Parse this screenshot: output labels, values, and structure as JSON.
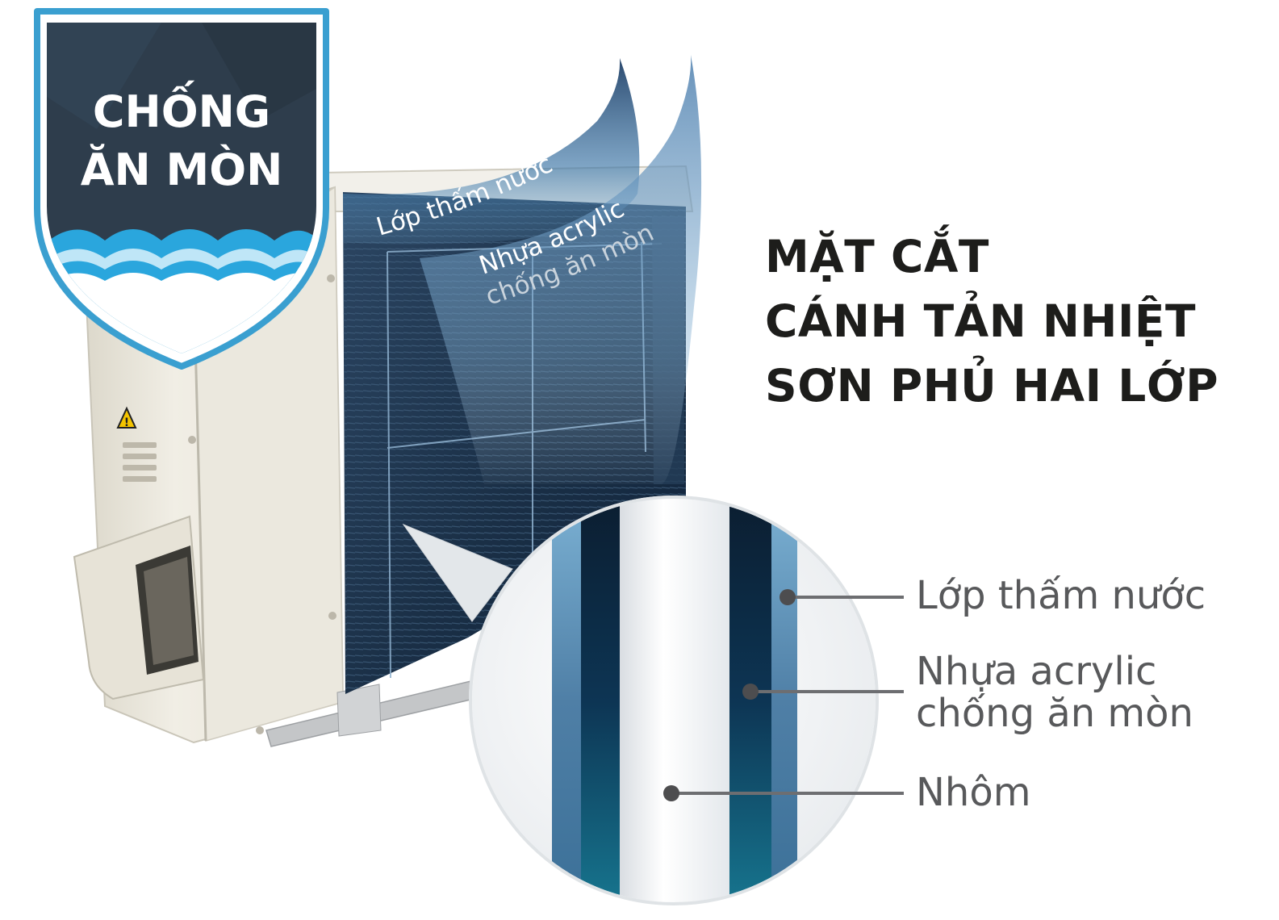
{
  "badge": {
    "line1": "CHỐNG",
    "line2": "ĂN MÒN"
  },
  "headline": {
    "line1": "MẶT CẮT",
    "line2": "CÁNH TẢN NHIỆT",
    "line3": "SƠN PHỦ HAI LỚP"
  },
  "sheet_labels": {
    "outer": "Lớp thấm nước",
    "inner_line1": "Nhựa acrylic",
    "inner_line2": "chống ăn mòn"
  },
  "layers": [
    {
      "line1": "Lớp thấm nước"
    },
    {
      "line1": "Nhựa acrylic",
      "line2": "chống ăn mòn"
    },
    {
      "line1": "Nhôm"
    }
  ],
  "colors": {
    "shield_fill": "#2e3d4c",
    "shield_border": "#3a9fd0",
    "wave": "#2aa6dd",
    "unit_casing": "#ece9df",
    "coil": "#1b2f45",
    "aluminium": "#f3f5f7",
    "acrylic": "#0f3a5a",
    "water_layer": "#4f7fa6",
    "headline_text": "#1d1d1b",
    "label_text": "#58595b"
  }
}
